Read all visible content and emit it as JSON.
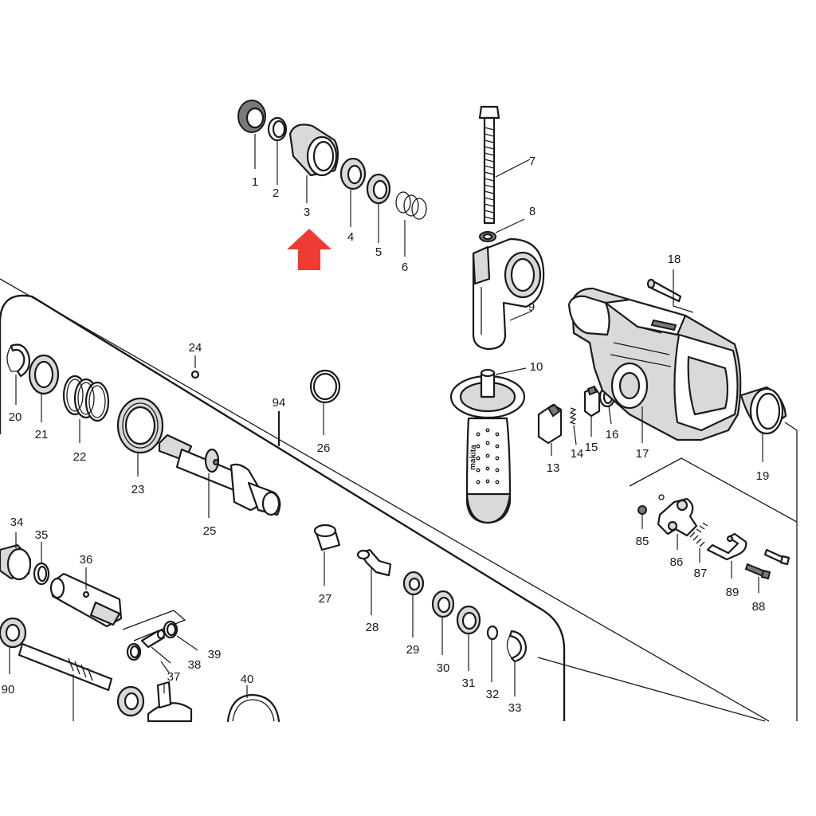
{
  "callouts": {
    "c1": "1",
    "c2": "2",
    "c3": "3",
    "c4": "4",
    "c5": "5",
    "c6": "6",
    "c7": "7",
    "c8": "8",
    "c9": "9",
    "c10": "10",
    "c13": "13",
    "c14": "14",
    "c15": "15",
    "c16": "16",
    "c17": "17",
    "c18": "18",
    "c19": "19",
    "c20": "20",
    "c21": "21",
    "c22": "22",
    "c23": "23",
    "c24": "24",
    "c25": "25",
    "c26": "26",
    "c27": "27",
    "c28": "28",
    "c29": "29",
    "c30": "30",
    "c31": "31",
    "c32": "32",
    "c33": "33",
    "c34": "34",
    "c35": "35",
    "c36": "36",
    "c37": "37",
    "c38": "38",
    "c39": "39",
    "c40": "40",
    "c85": "85",
    "c86": "86",
    "c87": "87",
    "c88": "88",
    "c89": "89",
    "c90": "90",
    "c94": "94"
  },
  "colors": {
    "arrow": "#ee3b33",
    "ink": "#1a1a1a",
    "shade": "#d9d9d9"
  },
  "grip_text": "makita"
}
